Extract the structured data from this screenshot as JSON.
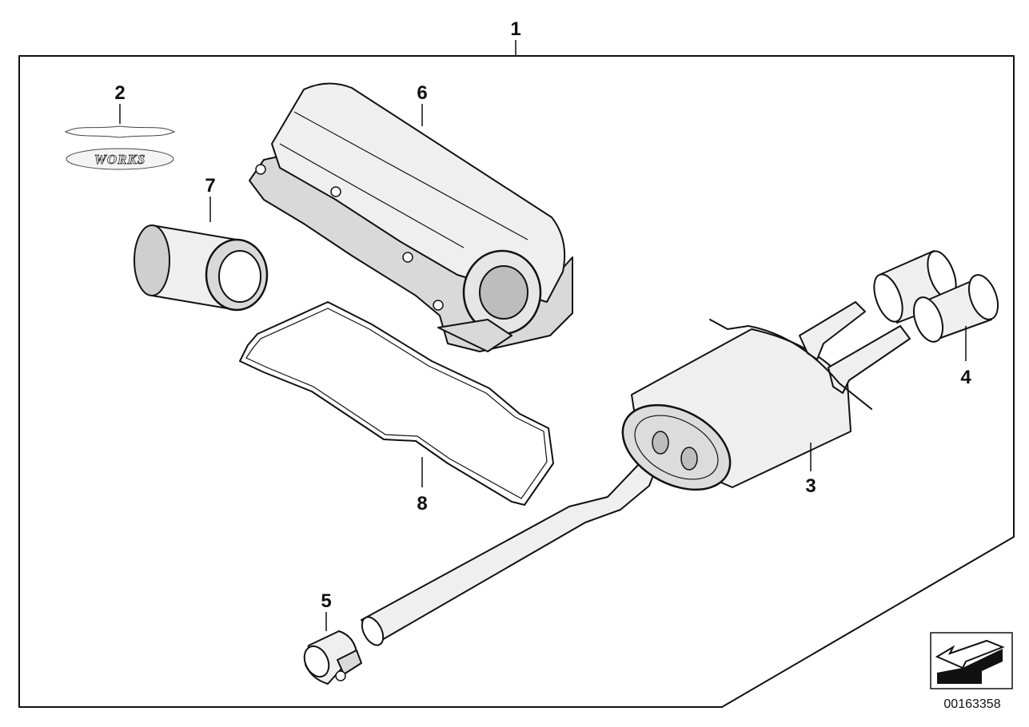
{
  "callouts": {
    "assembly": "1",
    "badge": "2",
    "rear_silencer": "3",
    "tailpipe_trims": "4",
    "clamp": "5",
    "intake_manifold": "6",
    "air_filter": "7",
    "gasket": "8"
  },
  "badge_text": "WORKS",
  "part_number": "00163358",
  "icons": {
    "navigation": "arrow-icon"
  },
  "colors": {
    "line": "#111111",
    "part_fill": "#d9d9d9",
    "background": "#ffffff"
  }
}
